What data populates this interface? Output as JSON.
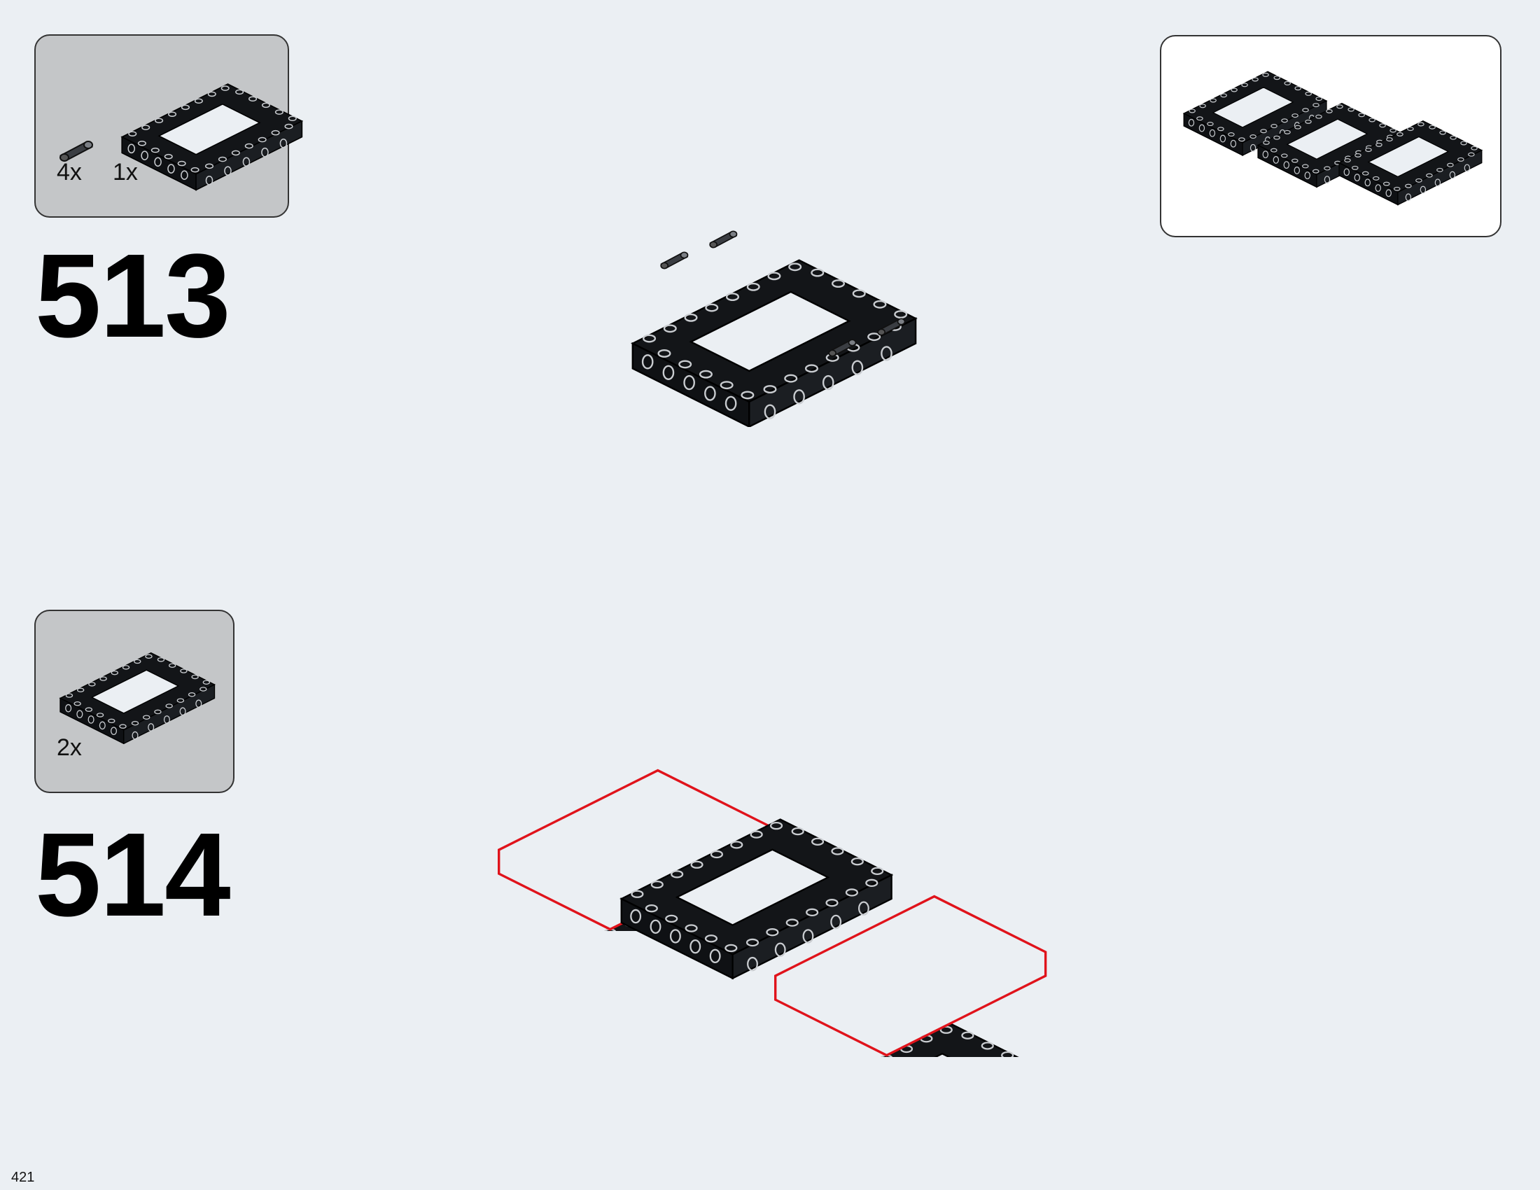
{
  "page": {
    "number": "421",
    "background": "#ebeff3"
  },
  "colors": {
    "brick": "#131518",
    "highlight": "#e0131b",
    "stud_line": "#c9ccd0",
    "panel_gray": "#c4c6c8"
  },
  "steps": [
    {
      "number": "513",
      "parts": [
        {
          "quantity": "4x",
          "icon": "technic-pin-icon"
        },
        {
          "quantity": "1x",
          "icon": "technic-frame-5x7-icon"
        }
      ]
    },
    {
      "number": "514",
      "parts": [
        {
          "quantity": "2x",
          "icon": "technic-frame-5x7-icon"
        }
      ]
    }
  ],
  "subassembly_callout": {
    "icon": "completed-frame-subassembly-icon"
  }
}
